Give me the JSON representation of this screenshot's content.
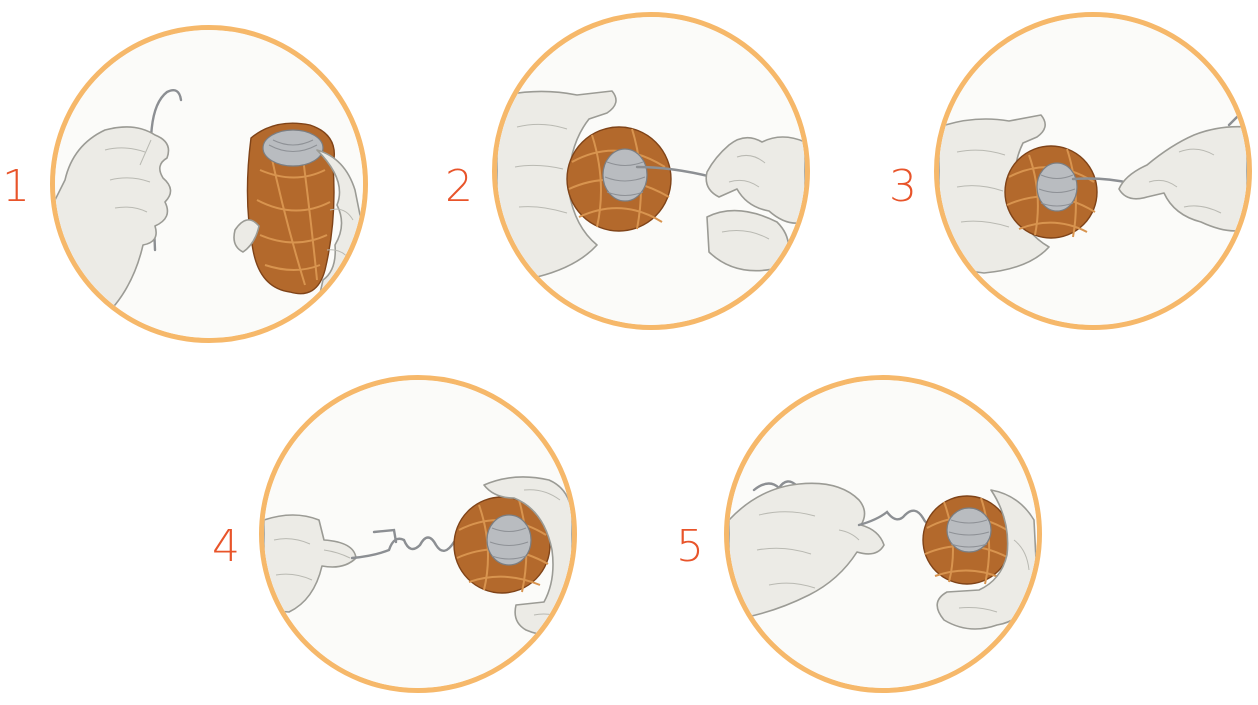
{
  "steps": [
    {
      "number": "1"
    },
    {
      "number": "2"
    },
    {
      "number": "3"
    },
    {
      "number": "4"
    },
    {
      "number": "5"
    }
  ],
  "colors": {
    "circle_border": "#f6b86a",
    "step_number": "#e8542a",
    "yarn": "#b3692c",
    "wire": "#8c8f93"
  }
}
